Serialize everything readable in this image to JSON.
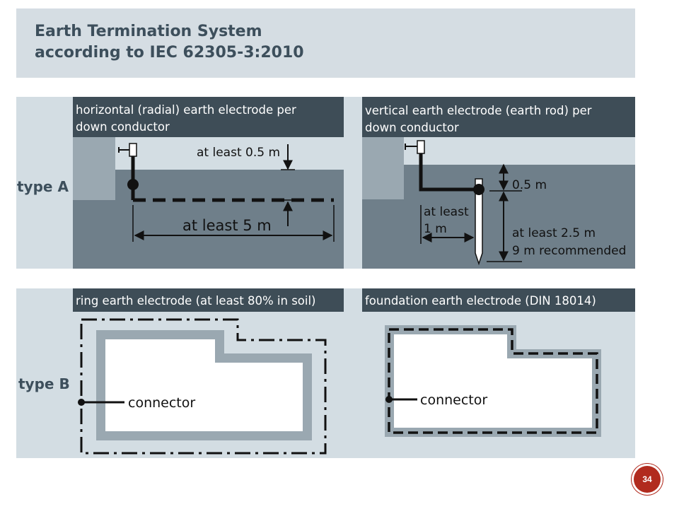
{
  "title": {
    "line1": "Earth Termination System",
    "line2": "according to IEC 62305-3:2010"
  },
  "rows": {
    "type_a": "type A",
    "type_b": "type B"
  },
  "panels": {
    "horizontal": {
      "header_line1": "horizontal (radial) earth electrode per",
      "header_line2": "down conductor",
      "depth_label": "at least 0.5 m",
      "length_label": "at least 5 m"
    },
    "vertical": {
      "header_line1": "vertical earth electrode (earth rod) per",
      "header_line2": "down conductor",
      "depth_label": "0.5 m",
      "spacing_line1": "at least",
      "spacing_line2": "1 m",
      "rod_line1": "at least 2.5 m",
      "rod_line2": "9 m recommended"
    },
    "ring": {
      "header": "ring earth electrode (at least 80% in soil)",
      "connector": "connector"
    },
    "foundation": {
      "header": "foundation earth electrode (DIN 18014)",
      "connector": "connector"
    }
  },
  "slide_number": "34",
  "colors": {
    "header_bg": "#3e4d57",
    "soil": "#6f7f8a",
    "sky": "#d3dde3",
    "building": "#9aa8b1",
    "page_badge": "#b12b1e"
  }
}
